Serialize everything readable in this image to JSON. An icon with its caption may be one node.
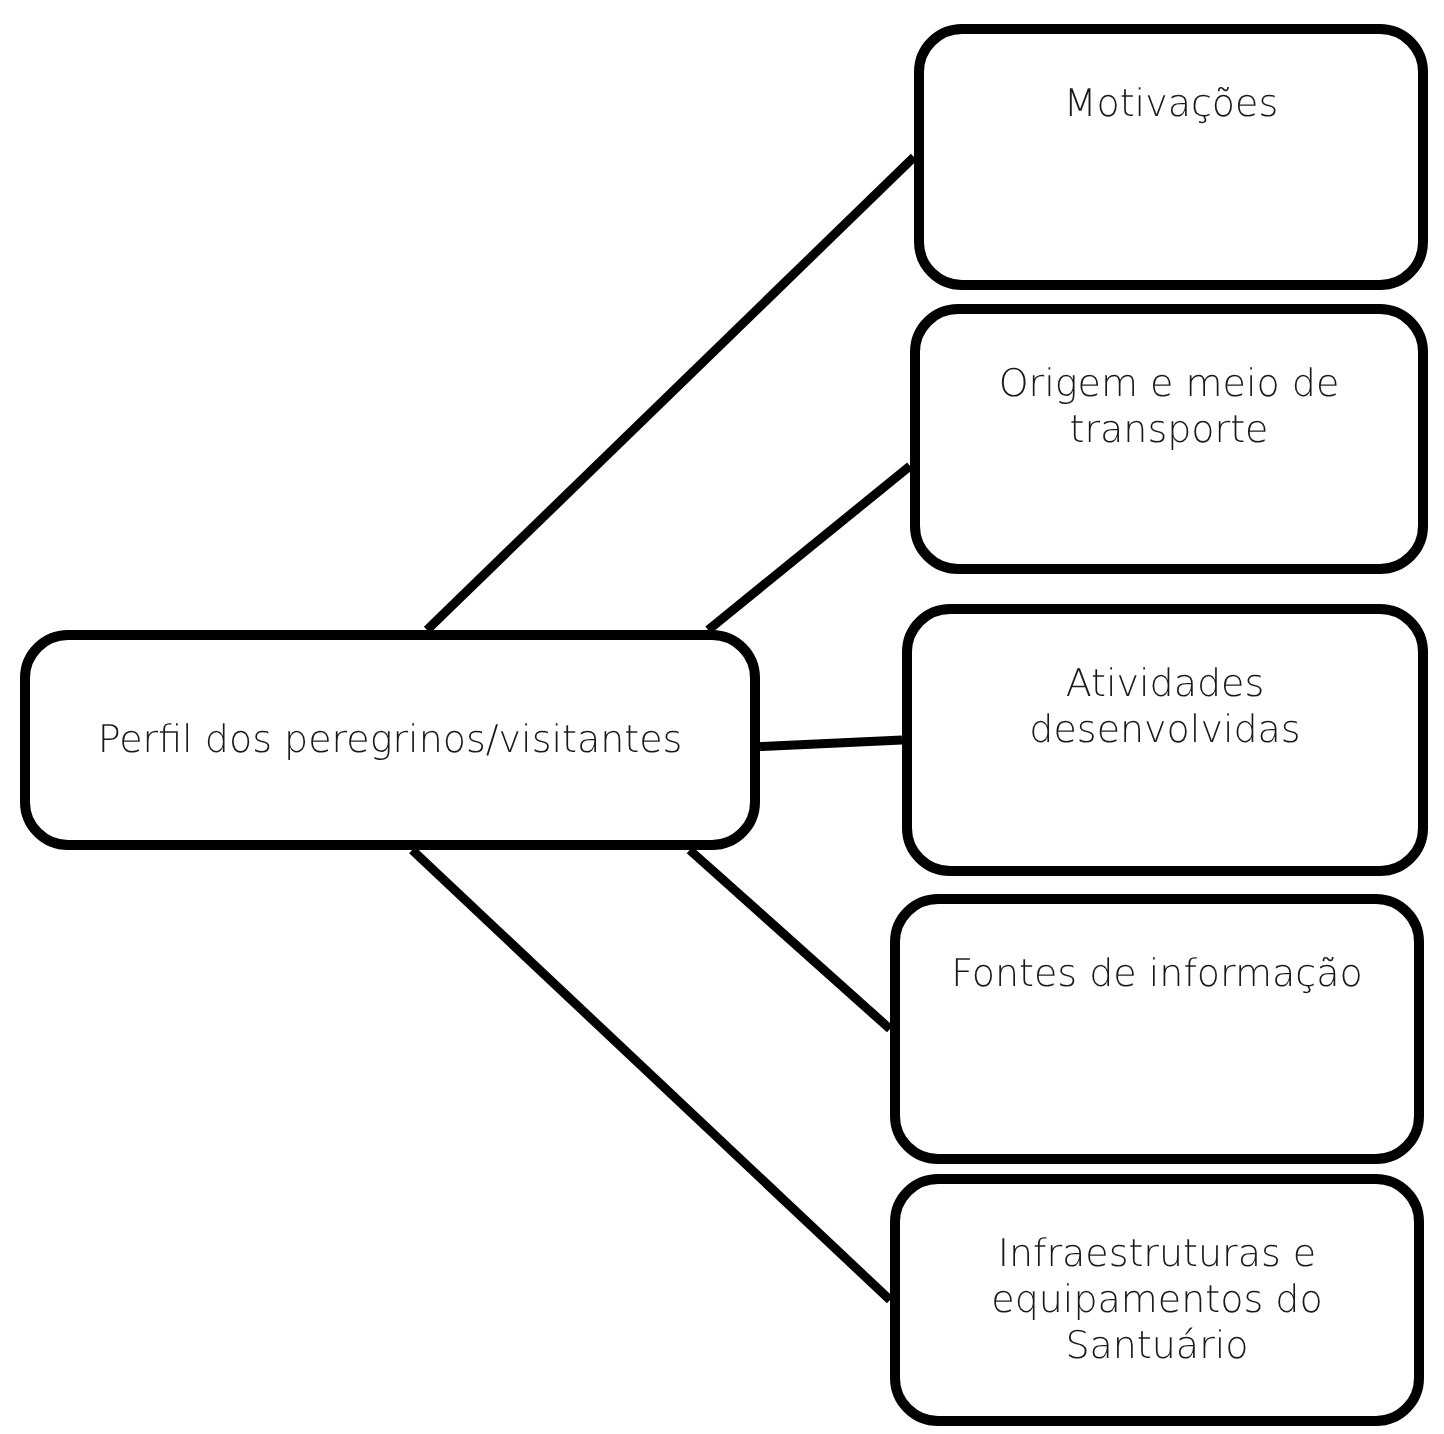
{
  "diagram": {
    "nodes": [
      {
        "text": [
          "Perfil dos peregrinos/visitantes"
        ]
      },
      {
        "text": [
          "Motivações"
        ]
      },
      {
        "text": [
          "Origem e meio de transporte"
        ]
      },
      {
        "text": [
          "Atividades desenvolvidas"
        ]
      },
      {
        "text": [
          "Fontes de informação"
        ]
      },
      {
        "text": [
          "Infraestruturas e equipamentos do Santuário"
        ]
      }
    ],
    "edges": [
      {
        "from": 0,
        "to": 1,
        "arrow": "none"
      },
      {
        "from": 0,
        "to": 2,
        "arrow": "none"
      },
      {
        "from": 0,
        "to": 3,
        "arrow": "none"
      },
      {
        "from": 0,
        "to": 4,
        "arrow": "none"
      },
      {
        "from": 0,
        "to": 5,
        "arrow": "none"
      }
    ]
  }
}
